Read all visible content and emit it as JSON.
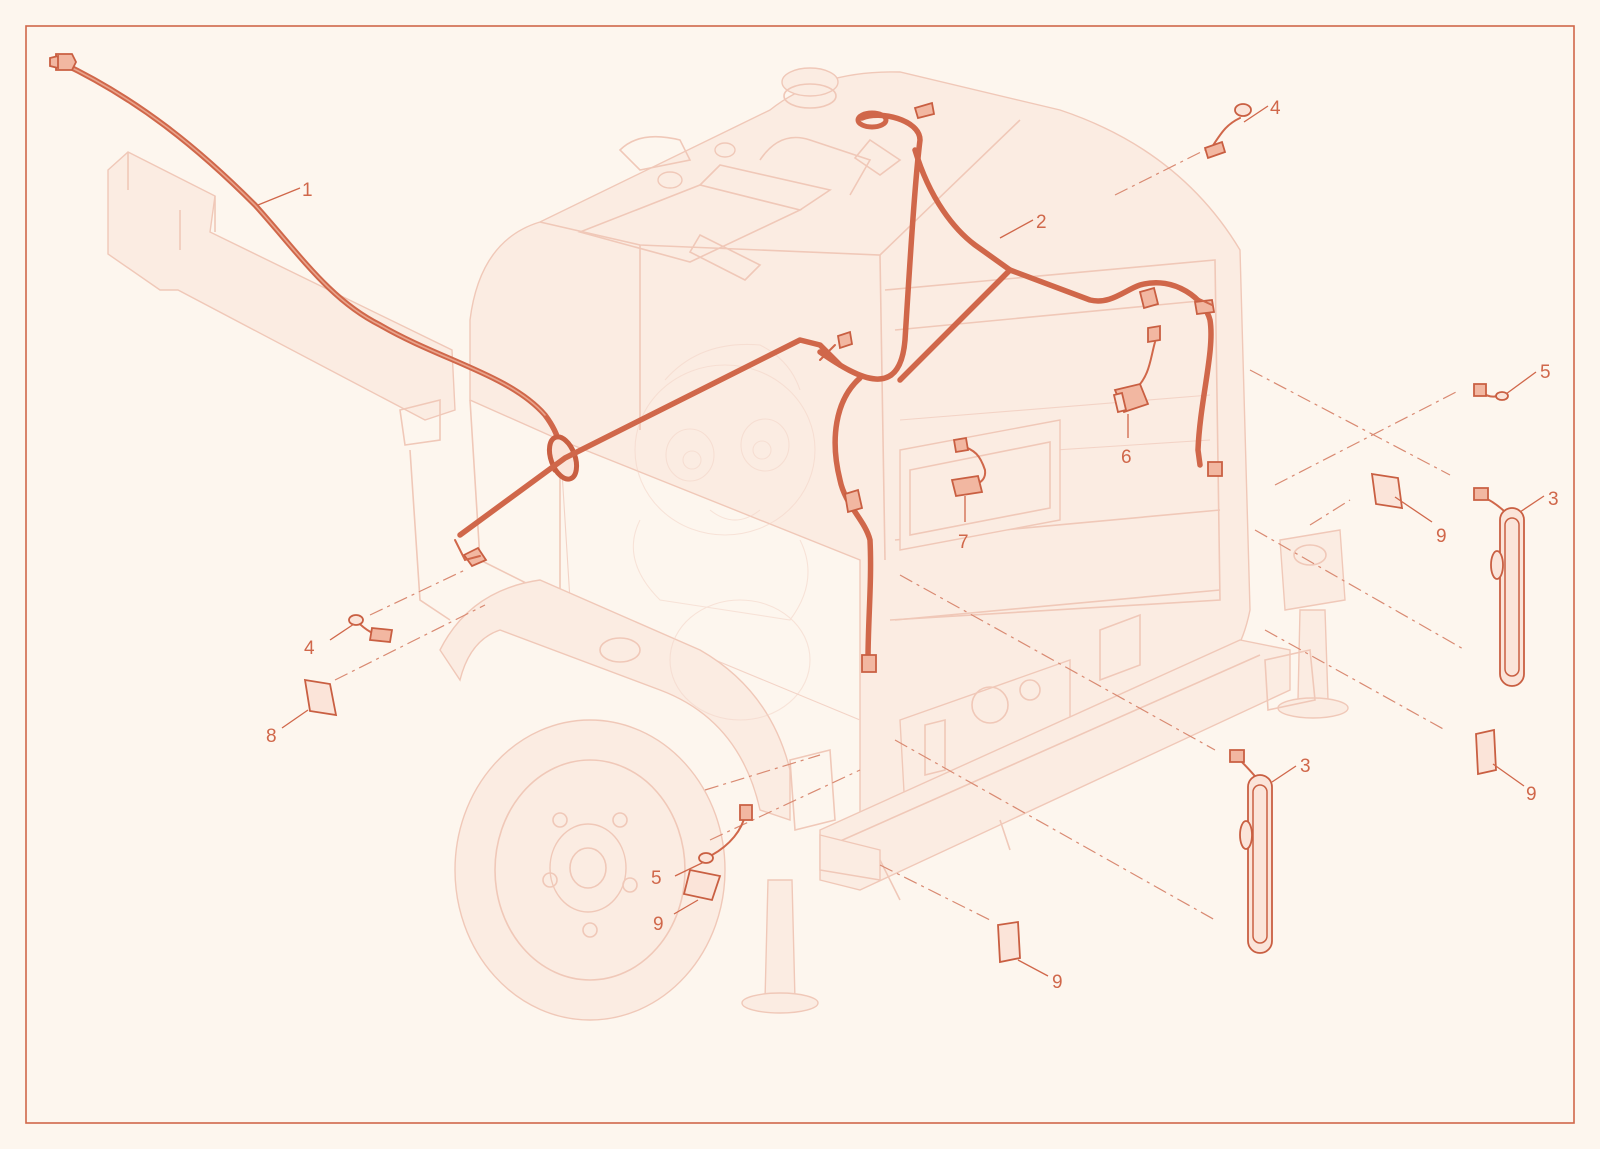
{
  "callouts": [
    {
      "id": "c1",
      "label": "1"
    },
    {
      "id": "c2",
      "label": "2"
    },
    {
      "id": "c3a",
      "label": "3"
    },
    {
      "id": "c3b",
      "label": "3"
    },
    {
      "id": "c4a",
      "label": "4"
    },
    {
      "id": "c4b",
      "label": "4"
    },
    {
      "id": "c5a",
      "label": "5"
    },
    {
      "id": "c5b",
      "label": "5"
    },
    {
      "id": "c6",
      "label": "6"
    },
    {
      "id": "c7",
      "label": "7"
    },
    {
      "id": "c8",
      "label": "8"
    },
    {
      "id": "c9a",
      "label": "9"
    },
    {
      "id": "c9b",
      "label": "9"
    },
    {
      "id": "c9c",
      "label": "9"
    },
    {
      "id": "c9d",
      "label": "9"
    }
  ],
  "colors": {
    "accent": "#d0674a",
    "background": "#fdf6ee",
    "ghost_outline": "#f0c8b8"
  }
}
